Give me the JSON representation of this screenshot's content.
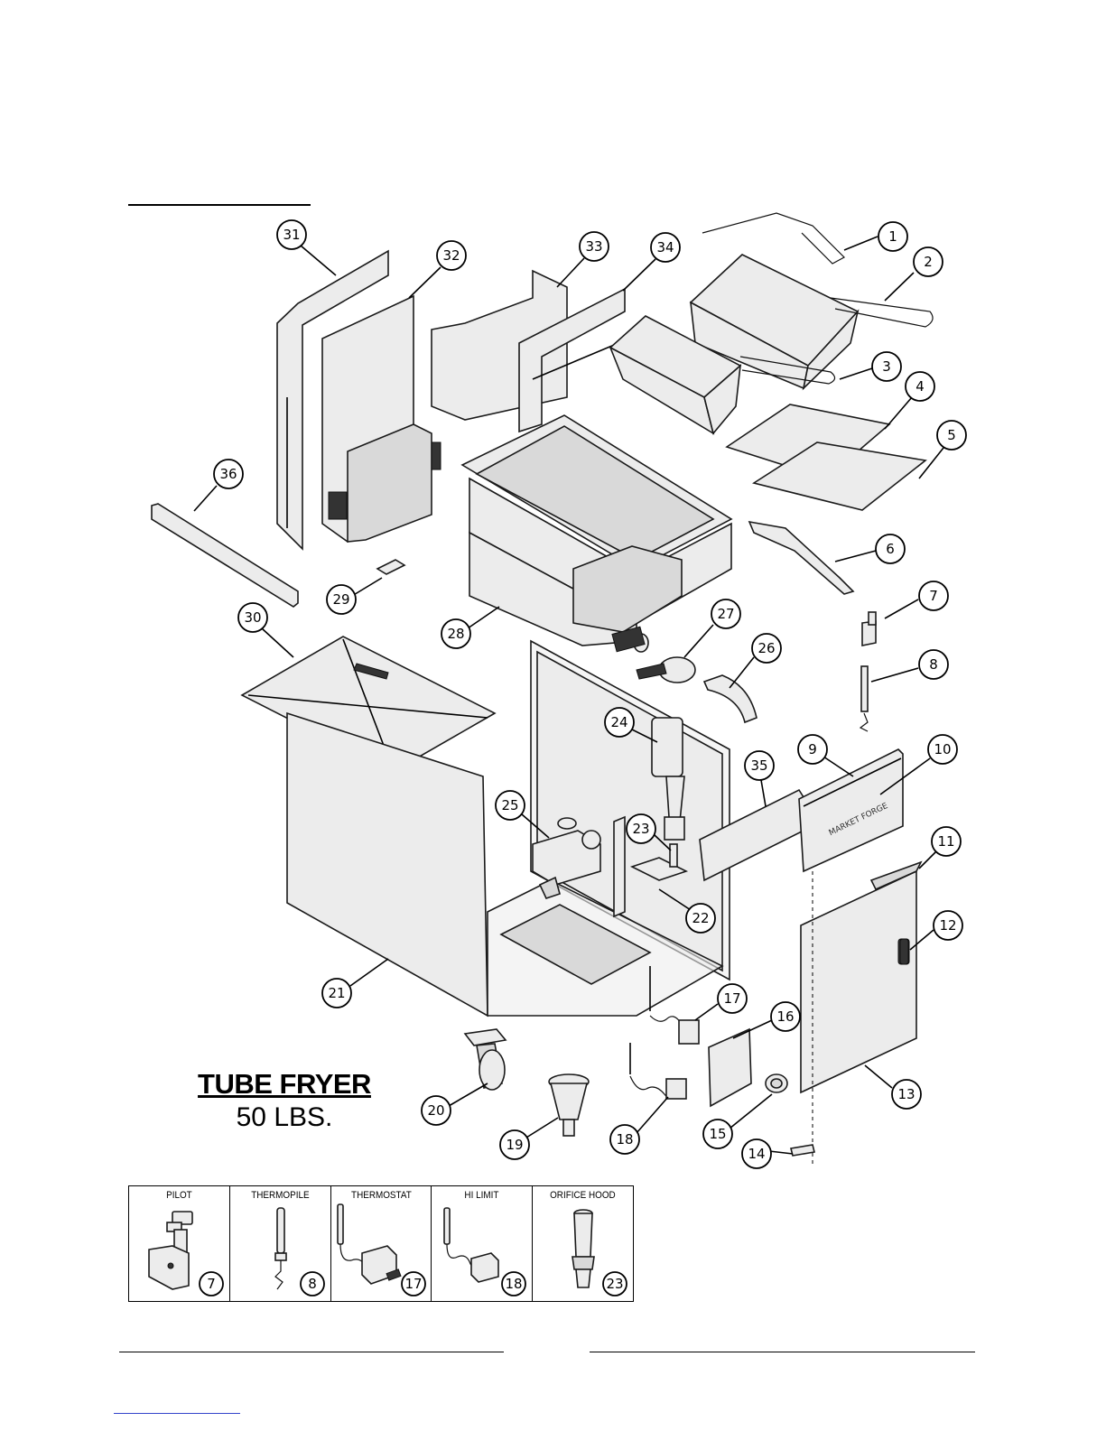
{
  "diagram": {
    "title": "TUBE FRYER",
    "subtitle": "50 LBS.",
    "callouts": [
      "1",
      "2",
      "3",
      "4",
      "5",
      "6",
      "7",
      "8",
      "9",
      "10",
      "11",
      "12",
      "13",
      "14",
      "15",
      "16",
      "17",
      "18",
      "19",
      "20",
      "21",
      "22",
      "23",
      "24",
      "25",
      "26",
      "27",
      "28",
      "29",
      "30",
      "31",
      "32",
      "33",
      "34",
      "35",
      "36"
    ],
    "brand_plate": "MARKET FORGE"
  },
  "legend": {
    "items": [
      {
        "label": "PILOT",
        "number": "7"
      },
      {
        "label": "THERMOPILE",
        "number": "8"
      },
      {
        "label": "THERMOSTAT",
        "number": "17"
      },
      {
        "label": "HI LIMIT",
        "number": "18"
      },
      {
        "label": "ORIFICE  HOOD",
        "number": "23"
      }
    ]
  }
}
